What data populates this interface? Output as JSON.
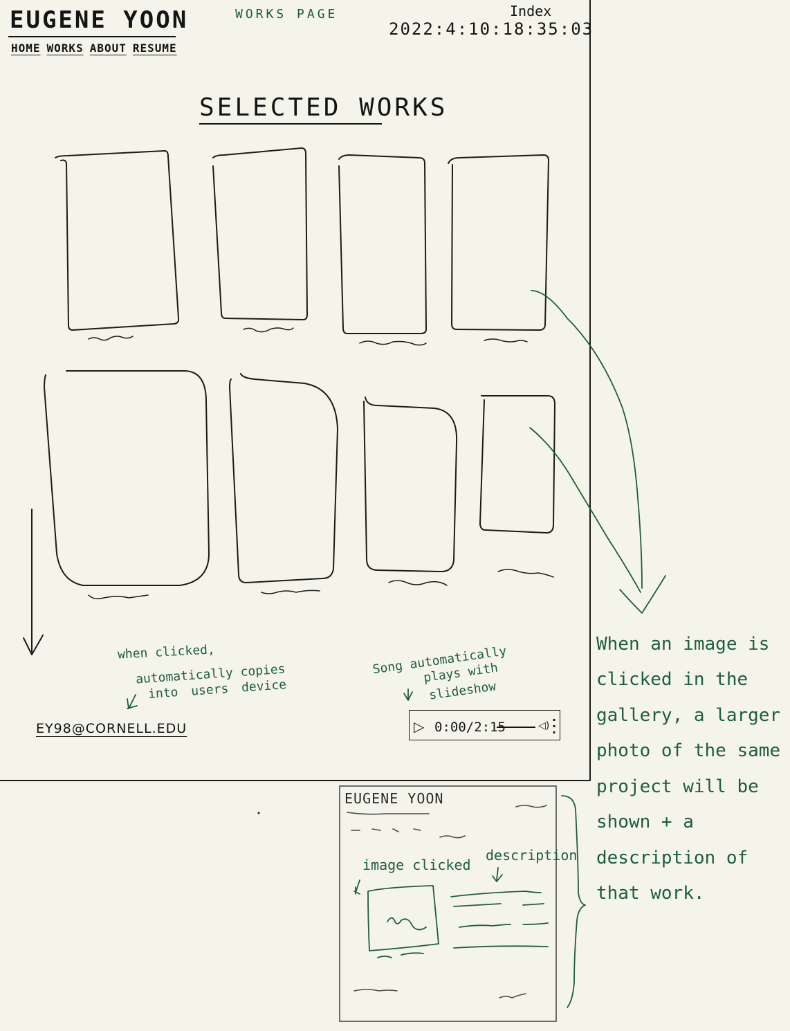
{
  "site": {
    "title": "EUGENE YOON",
    "nav": [
      "HOME",
      "WORKS",
      "ABOUT",
      "RESUME"
    ],
    "page_label": "WORKS PAGE",
    "index_label": "Index",
    "clock": "2022:4:10:18:35:03"
  },
  "gallery": {
    "heading": "SELECTED WORKS"
  },
  "notes": {
    "copy_line1": "when clicked,",
    "copy_line2": "automatically copies",
    "copy_line3": "into users device",
    "song_line1": "Song automatically",
    "song_line2": "plays with",
    "song_line3": "slideshow",
    "gallery_click": "When an image is clicked in the gallery, a larger photo of the same project will be shown + a description of that work."
  },
  "footer": {
    "email": "EY98@CORNELL.EDU"
  },
  "player": {
    "time": "0:00/2:15",
    "play_icon": "play-icon",
    "volume_icon": "speaker-icon"
  },
  "detail_view": {
    "title": "EUGENE YOON",
    "image_label": "image clicked",
    "description_label": "description"
  },
  "colors": {
    "paper": "#f5f4ea",
    "ink": "#141414",
    "annotation_green": "#1e5e3a"
  }
}
